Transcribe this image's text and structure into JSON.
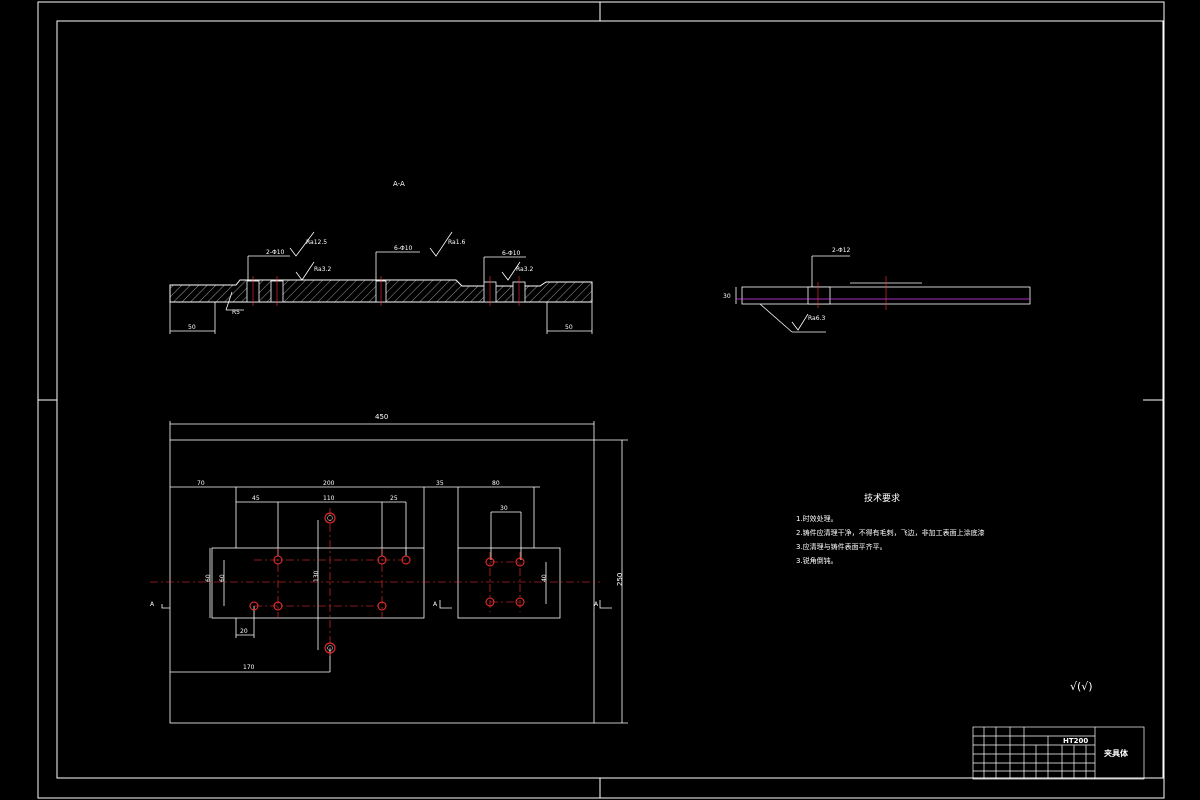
{
  "section_label": "A-A",
  "section_view": {
    "callouts": [
      "2-Φ10",
      "6-Φ10",
      "6-Φ10"
    ],
    "roughness": [
      "Ra12.5",
      "Ra1.6",
      "Ra3.2",
      "Ra3.2"
    ],
    "dim_left": "50",
    "dim_right": "50",
    "radius": "R5"
  },
  "side_view": {
    "callout": "2-Φ12",
    "thickness": "30",
    "roughness": "Ra6.3"
  },
  "plan_view": {
    "overall_width": "450",
    "overall_height": "250",
    "dims_top": [
      "70",
      "200",
      "35",
      "80"
    ],
    "dims_inner_left": [
      "45",
      "110",
      "25"
    ],
    "dim_inner_right": "30",
    "dim_left_height": "60",
    "dim_center_height": "130",
    "dim_right_height": "40",
    "dim_bottom_small": "20",
    "dim_bottom_long": "170",
    "section_marks": [
      "A",
      "A",
      "A"
    ]
  },
  "tech_requirements": {
    "title": "技术要求",
    "items": [
      "1.时效处理。",
      "2.铸件应清理干净，不得有毛刺，飞边，非加工表面上涂底漆",
      "3.应清理与铸件表面平齐平。",
      "3.锐角倒钝。"
    ]
  },
  "roughness_symbol": "√(√)",
  "title_block": {
    "material": "HT200",
    "part_name": "夹具体"
  }
}
